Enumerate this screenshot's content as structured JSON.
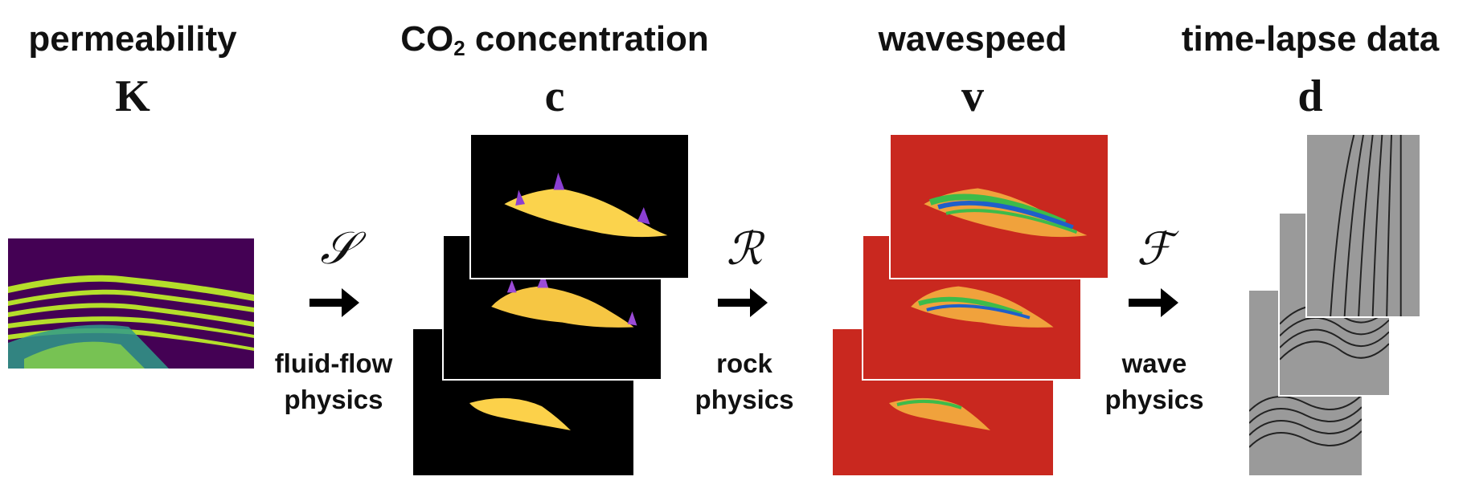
{
  "stages": [
    {
      "heading": "permeability",
      "symbol": "K"
    },
    {
      "heading_main": "CO",
      "heading_sub": "2",
      "heading_rest": " concentration",
      "symbol": "c"
    },
    {
      "heading": "wavespeed",
      "symbol": "v"
    },
    {
      "heading": "time-lapse data",
      "symbol": "d"
    }
  ],
  "operators": [
    {
      "symbol": "𝒮",
      "label_line1": "fluid-flow",
      "label_line2": "physics"
    },
    {
      "symbol": "ℛ",
      "label_line1": "rock",
      "label_line2": "physics"
    },
    {
      "symbol": "ℱ",
      "label_line1": "wave",
      "label_line2": "physics"
    }
  ],
  "colors": {
    "permeability_bg": "#440154",
    "permeability_band": "#b5de2b",
    "co2_bg": "#000000",
    "co2_plume": "#fcd14a",
    "wavespeed_bg": "#c9281f",
    "wavespeed_plume_blue": "#1f5fc9",
    "wavespeed_plume_green": "#3dbb4a",
    "seismic_bg": "#9a9a9a"
  },
  "icons": [
    "right-arrow-icon"
  ]
}
